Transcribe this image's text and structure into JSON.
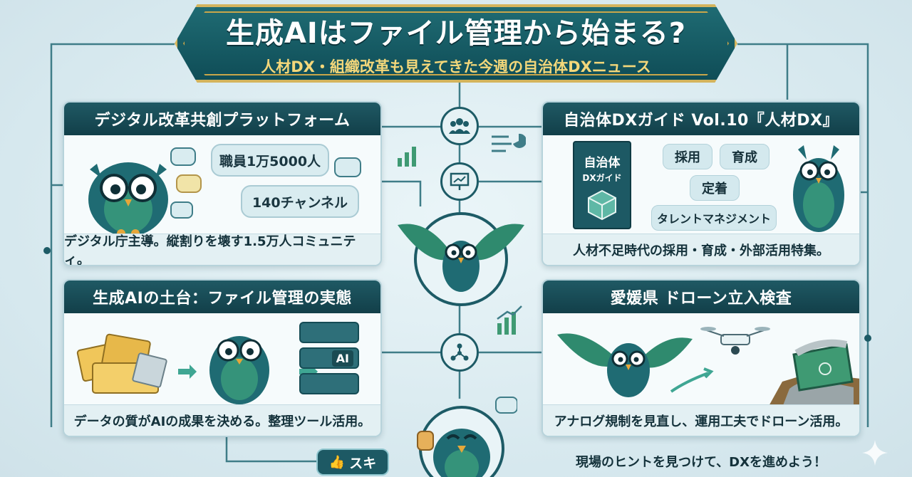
{
  "banner": {
    "title": "生成AIはファイル管理から始まる?",
    "subtitle": "人材DX・組織改革も見えてきた今週の自治体DXニュース"
  },
  "cards": {
    "platform": {
      "title": "デジタル改革共創プラットフォーム",
      "bubble1": "職員1万5000人",
      "bubble2": "140チャンネル",
      "caption": "デジタル庁主導。縦割りを壊す1.5万人コミュニティ。"
    },
    "guide": {
      "title": "自治体DXガイド Vol.10『人材DX』",
      "book_title": "自治体",
      "book_sub": "DXガイド",
      "chips": [
        "採用",
        "育成",
        "定着",
        "タレントマネジメント"
      ],
      "caption": "人材不足時代の採用・育成・外部活用特集。"
    },
    "files": {
      "title": "生成AIの土台：ファイル管理の実態",
      "server_label": "AI",
      "caption": "データの質がAIの成果を決める。整理ツール活用。"
    },
    "drone": {
      "title": "愛媛県 ドローン立入検査",
      "caption": "アナログ規制を見直し、運用工夫でドローン活用。"
    }
  },
  "like_button": {
    "label": "スキ",
    "icon": "thumbs-up-icon"
  },
  "footer": {
    "text": "現場のヒントを見つけて、DXを進めよう！"
  },
  "colors": {
    "teal_dark": "#123f49",
    "teal": "#1f6b73",
    "gold": "#d4b45c",
    "owl_green": "#2f8a6e",
    "background": "#dfeef3"
  }
}
